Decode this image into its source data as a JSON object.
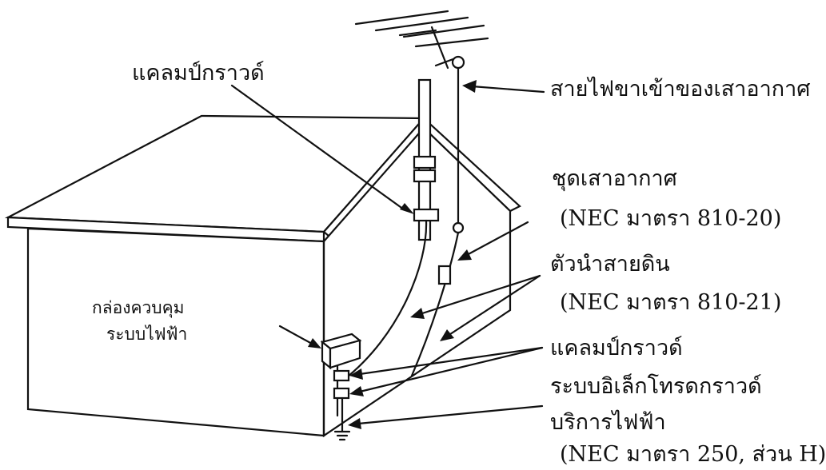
{
  "labels": {
    "clamp_top": "แคลมป์กราวด์",
    "lead_in": "สายไฟขาเข้าของเสาอากาศ",
    "antenna_set": "ชุดเสาอากาศ",
    "antenna_set_ref": "(NEC มาตรา 810-20)",
    "conductor": "ตัวนำสายดิน",
    "conductor_ref": "(NEC มาตรา 810-21)",
    "panel_line1": "กล่องควบคุม",
    "panel_line2": "ระบบไฟฟ้า",
    "clamp_bottom": "แคลมป์กราวด์",
    "electrode_line1": "ระบบอิเล็กโทรดกราวด์",
    "electrode_line2": "บริการไฟฟ้า",
    "electrode_ref": "(NEC มาตรา 250, ส่วน H)"
  }
}
